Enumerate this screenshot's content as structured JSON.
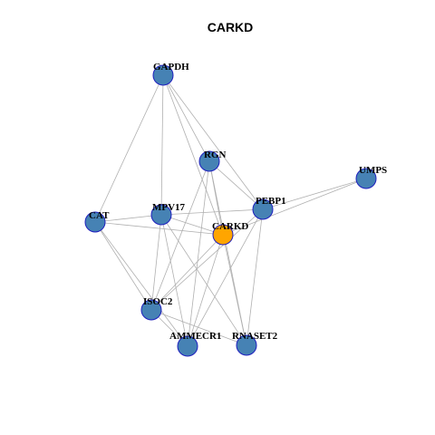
{
  "title": "CARKD",
  "colors": {
    "node_default": "#4682b4",
    "node_highlight": "#ffa500",
    "node_border": "#1f1fbf",
    "edge": "#b0b0b0"
  },
  "nodes": [
    {
      "id": "GAPDH",
      "label": "GAPDH",
      "highlight": false
    },
    {
      "id": "RGN",
      "label": "RGN",
      "highlight": false
    },
    {
      "id": "UMPS",
      "label": "UMPS",
      "highlight": false
    },
    {
      "id": "PEBP1",
      "label": "PEBP1",
      "highlight": false
    },
    {
      "id": "MPV17",
      "label": "MPV17",
      "highlight": false
    },
    {
      "id": "CAT",
      "label": "CAT",
      "highlight": false
    },
    {
      "id": "CARKD",
      "label": "CARKD",
      "highlight": true
    },
    {
      "id": "ISOC2",
      "label": "ISOC2",
      "highlight": false
    },
    {
      "id": "AMMECR1",
      "label": "AMMECR1",
      "highlight": false
    },
    {
      "id": "RNASET2",
      "label": "RNASET2",
      "highlight": false
    }
  ],
  "edges": [
    [
      "GAPDH",
      "CAT"
    ],
    [
      "GAPDH",
      "MPV17"
    ],
    [
      "GAPDH",
      "RGN"
    ],
    [
      "GAPDH",
      "PEBP1"
    ],
    [
      "GAPDH",
      "CARKD"
    ],
    [
      "RGN",
      "PEBP1"
    ],
    [
      "RGN",
      "CARKD"
    ],
    [
      "RGN",
      "ISOC2"
    ],
    [
      "RGN",
      "AMMECR1"
    ],
    [
      "RGN",
      "RNASET2"
    ],
    [
      "UMPS",
      "PEBP1"
    ],
    [
      "UMPS",
      "CARKD"
    ],
    [
      "PEBP1",
      "MPV17"
    ],
    [
      "PEBP1",
      "ISOC2"
    ],
    [
      "PEBP1",
      "AMMECR1"
    ],
    [
      "PEBP1",
      "RNASET2"
    ],
    [
      "MPV17",
      "CAT"
    ],
    [
      "MPV17",
      "CARKD"
    ],
    [
      "MPV17",
      "ISOC2"
    ],
    [
      "MPV17",
      "AMMECR1"
    ],
    [
      "MPV17",
      "RNASET2"
    ],
    [
      "CAT",
      "CARKD"
    ],
    [
      "CAT",
      "ISOC2"
    ],
    [
      "CAT",
      "AMMECR1"
    ],
    [
      "CARKD",
      "ISOC2"
    ],
    [
      "CARKD",
      "AMMECR1"
    ],
    [
      "CARKD",
      "RNASET2"
    ],
    [
      "ISOC2",
      "AMMECR1"
    ],
    [
      "ISOC2",
      "RNASET2"
    ]
  ]
}
